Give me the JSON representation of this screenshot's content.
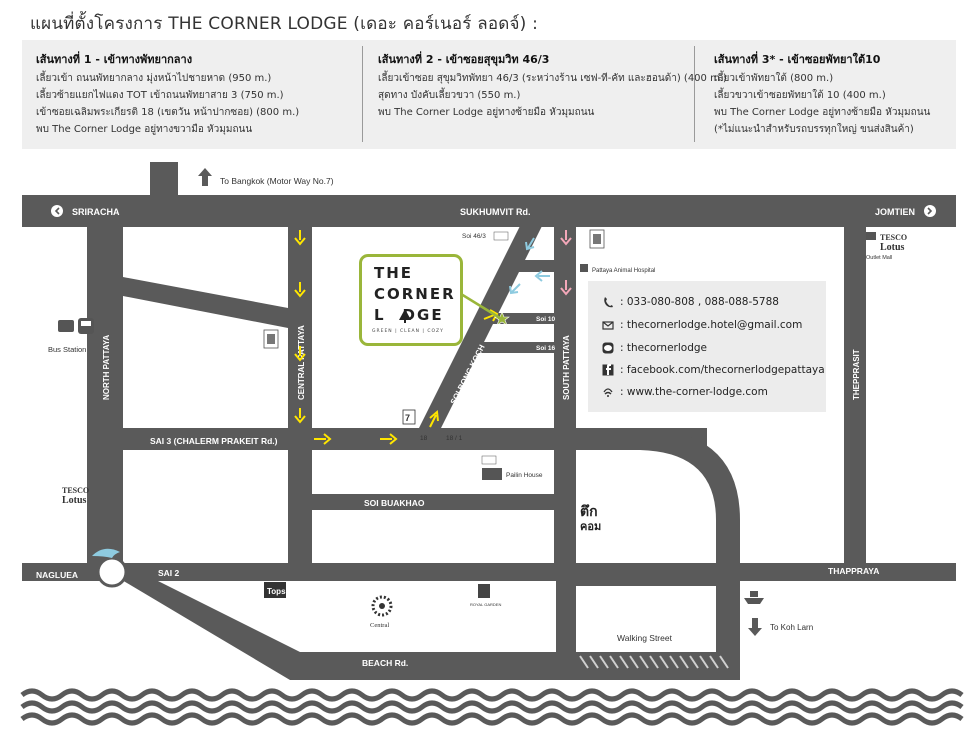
{
  "title": "แผนที่ตั้งโครงการ THE CORNER LODGE (เดอะ คอร์เนอร์ ลอดจ์) :",
  "routes": [
    {
      "heading": "เส้นทางที่ 1 - เข้าทางพัทยากลาง",
      "lines": [
        "เลี้ยวเข้า ถนนพัทยากลาง มุ่งหน้าไปชายหาด (950 m.)",
        "เลี้ยวซ้ายแยกไฟแดง TOT เข้าถนนพัทยาสาย 3 (750 m.)",
        "เข้าซอยเฉลิมพระเกียรติ 18 (เขตวัน หน้าปากซอย) (800 m.)",
        "พบ The Corner Lodge อยู่ทางขวามือ หัวมุมถนน"
      ]
    },
    {
      "heading": "เส้นทางที่ 2 - เข้าซอยสุขุมวิท 46/3",
      "lines": [
        "เลี้ยวเข้าซอย สุขุมวิทพัทยา 46/3 (ระหว่างร้าน เซฟ-ที-คัท และฮอนด้า) (400 m.)",
        "สุดทาง บังคับเลี้ยวขวา (550 m.)",
        "พบ The Corner Lodge อยู่ทางซ้ายมือ หัวมุมถนน"
      ]
    },
    {
      "heading": "เส้นทางที่ 3* - เข้าซอยพัทยาใต้10",
      "lines": [
        "เลี้ยวเข้าพัทยาใต้ (800 m.)",
        "เลี้ยวขวาเข้าซอยพัทยาใต้ 10 (400 m.)",
        "พบ The Corner Lodge อยู่ทางซ้ายมือ หัวมุมถนน",
        "(*ไม่แนะนำสำหรับรถบรรทุกใหญ่ ขนส่งสินค้า)"
      ]
    }
  ],
  "map": {
    "to_bangkok": "To Bangkok (Motor Way No.7)",
    "sriracha": "SRIRACHA",
    "sukhumvit": "SUKHUMVIT  Rd.",
    "jomtien": "JOMTIEN",
    "soi_46_3": "Soi 46/3",
    "soi_10": "Soi 10",
    "soi_16": "Soi 16",
    "pattaya_animal_hospital": "Pattaya Animal Hospital",
    "tesco_lotus_1": "TESCO",
    "tesco_lotus_1b": "Lotus",
    "outlet_mall": "Outlet Mall",
    "bus_station": "Bus Station",
    "north_pattaya": "NORTH PATTAYA",
    "central_pattaya": "CENTRAL PATTAYA",
    "south_pattaya": "SOUTH PATTAYA",
    "thepprasit": "THEPPRASIT",
    "soi_bongkoch": "SOI BONG KOCH",
    "sai3": "SAI 3 (CHALERM PRAKEIT  Rd.)",
    "n18": "18",
    "n18_1": "18 / 1",
    "pailin_house": "Pailin House",
    "soi_buakhao": "SOI  BUAKHAO",
    "tesco_lotus_2": "TESCO",
    "tesco_lotus_2b": "Lotus",
    "tukcom": "ตึก\nคอม",
    "nagluea": "NAGLUEA",
    "sai2": "SAI 2",
    "thappraya": "THAPPRAYA",
    "tops": "Tops",
    "central": "Central",
    "royal_garden": "ROYAL GARDEN",
    "walking_street": "Walking Street",
    "beach_rd": "BEACH Rd.",
    "to_koh_larn": "To Koh Larn"
  },
  "sign": {
    "line1": "THE",
    "line2": "CORNER",
    "line3": "L DGE",
    "tagline": "GREEN  |  CLEAN  |  COZY"
  },
  "contact": {
    "phone": ": 033-080-808 , 088-088-5788",
    "email": ": thecornerlodge.hotel@gmail.com",
    "line": ": thecornerlodge",
    "facebook": ": facebook.com/thecornerlodgepattaya",
    "web": ": www.the-corner-lodge.com"
  },
  "colors": {
    "road": "#5a5a5a",
    "arrow_yellow": "#ffe600",
    "arrow_pink": "#f4a7b9",
    "arrow_blue": "#8ecbe0",
    "sign_green": "#9ab63a",
    "panel": "#efefef"
  }
}
